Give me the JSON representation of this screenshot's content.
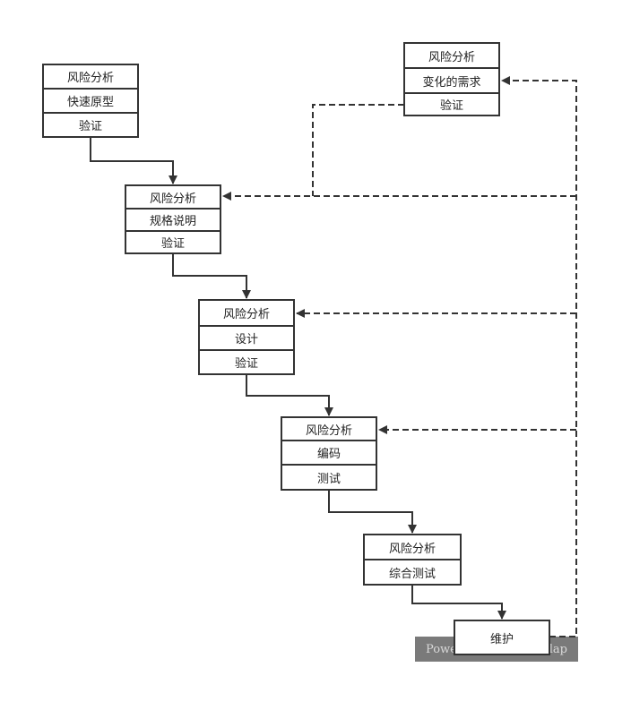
{
  "watermark": {
    "left": "Powe",
    "right": "lap"
  },
  "boxes": {
    "b1": [
      "风险分析",
      "快速原型",
      "验证"
    ],
    "b2": [
      "风险分析",
      "变化的需求",
      "验证"
    ],
    "b3": [
      "风险分析",
      "规格说明",
      "验证"
    ],
    "b4": [
      "风险分析",
      "设计",
      "验证"
    ],
    "b5": [
      "风险分析",
      "编码",
      "测试"
    ],
    "b6": [
      "风险分析",
      "综合测试"
    ],
    "b7": [
      "维护"
    ]
  }
}
